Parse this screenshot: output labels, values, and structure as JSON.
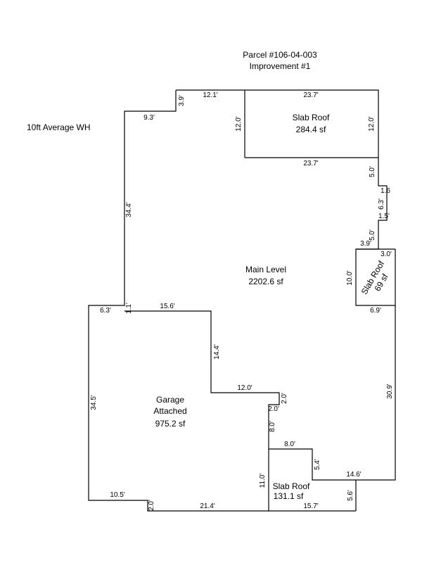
{
  "header": {
    "parcel": "Parcel #106-04-003",
    "improvement": "Improvement #1"
  },
  "note": "10ft Average WH",
  "areas": {
    "slab_roof_top": {
      "name": "Slab Roof",
      "area": "284.4 sf"
    },
    "main_level": {
      "name": "Main Level",
      "area": "2202.6 sf"
    },
    "slab_roof_right": {
      "name": "Slab Roof",
      "area": "69 sf"
    },
    "garage": {
      "name1": "Garage",
      "name2": "Attached",
      "area": "975.2 sf"
    },
    "slab_roof_bottom": {
      "name": "Slab Roof",
      "area": "131.1 sf"
    }
  },
  "dims": {
    "d_12_1": "12.1'",
    "d_23_7_top": "23.7'",
    "d_3_9_left": "3.9'",
    "d_9_3": "9.3'",
    "d_12_0_left": "12.0'",
    "d_12_0_right": "12.0'",
    "d_23_7_bottom": "23.7'",
    "d_5_0_a": "5.0'",
    "d_1_6": "1.6",
    "d_6_3_right": "6.3'",
    "d_1_5": "1.5'",
    "d_5_0_b": "5.0'",
    "d_3_9_right": "3.9'",
    "d_3_0": "3.0'",
    "d_10_0": "10.0'",
    "d_34_4": "34.4'",
    "d_6_9": "6.9'",
    "d_6_3_left": "6.3'",
    "d_1_1": "1.1'",
    "d_15_6": "15.6'",
    "d_14_4": "14.4'",
    "d_30_9": "30.9'",
    "d_34_5": "34.5'",
    "d_12_0_garage": "12.0'",
    "d_2_0_a": "2.0'",
    "d_2_0_b": "2.0'",
    "d_8_0_v": "8.0'",
    "d_8_0_h": "8.0'",
    "d_5_4": "5.4'",
    "d_14_6": "14.6'",
    "d_11_0": "11.0'",
    "d_10_5": "10.5'",
    "d_2_0_c": "2.0'",
    "d_21_4": "21.4'",
    "d_15_7": "15.7'",
    "d_5_6": "5.6'"
  }
}
